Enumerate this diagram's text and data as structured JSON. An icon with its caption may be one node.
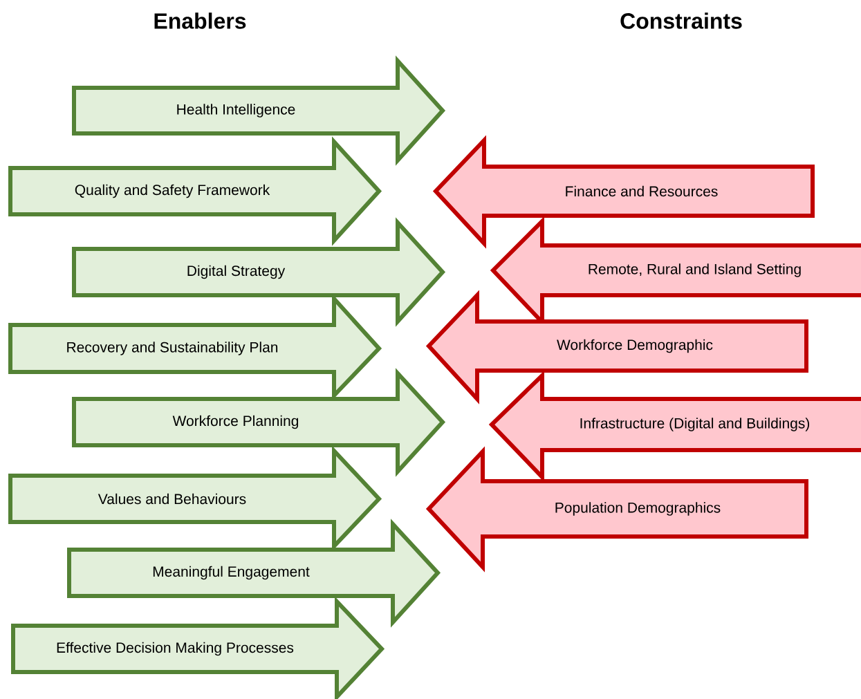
{
  "diagram": {
    "nodes": [
      {
        "text": [
          "Health Intelligence"
        ]
      },
      {
        "text": [
          "Quality and Safety Framework"
        ]
      },
      {
        "text": [
          "Digital Strategy"
        ]
      },
      {
        "text": [
          "Recovery and Sustainability Plan"
        ]
      },
      {
        "text": [
          "Workforce Planning"
        ]
      },
      {
        "text": [
          "Values and Behaviours"
        ]
      },
      {
        "text": [
          "Meaningful Engagement"
        ]
      },
      {
        "text": [
          "Effective Decision Making Processes"
        ]
      },
      {
        "text": [
          "Finance and Resources"
        ]
      },
      {
        "text": [
          "Remote, Rural and Island Setting"
        ]
      },
      {
        "text": [
          "Workforce Demographic"
        ]
      },
      {
        "text": [
          "Infrastructure (Digital and Buildings)"
        ]
      },
      {
        "text": [
          "Population Demographics"
        ]
      }
    ],
    "labels": [
      "Enablers",
      "Constraints"
    ]
  }
}
